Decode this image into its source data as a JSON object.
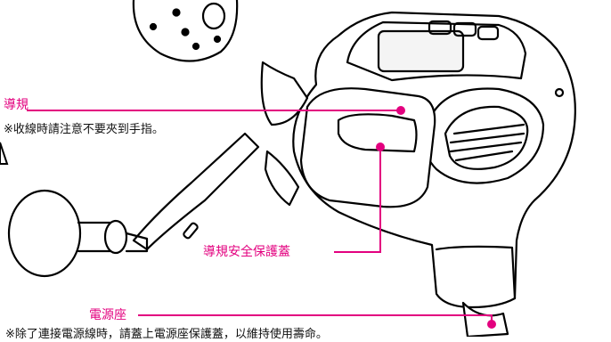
{
  "accent_color": "#e3007f",
  "callouts": {
    "line_guide": {
      "label": "導規",
      "note": "※收線時請注意不要夾到手指。"
    },
    "line_guide_cover": {
      "label": "導規安全保護蓋"
    },
    "power_socket": {
      "label": "電源座",
      "note": "※除了連接電源線時，請蓋上電源座保護蓋，以維持使用壽命。"
    }
  }
}
